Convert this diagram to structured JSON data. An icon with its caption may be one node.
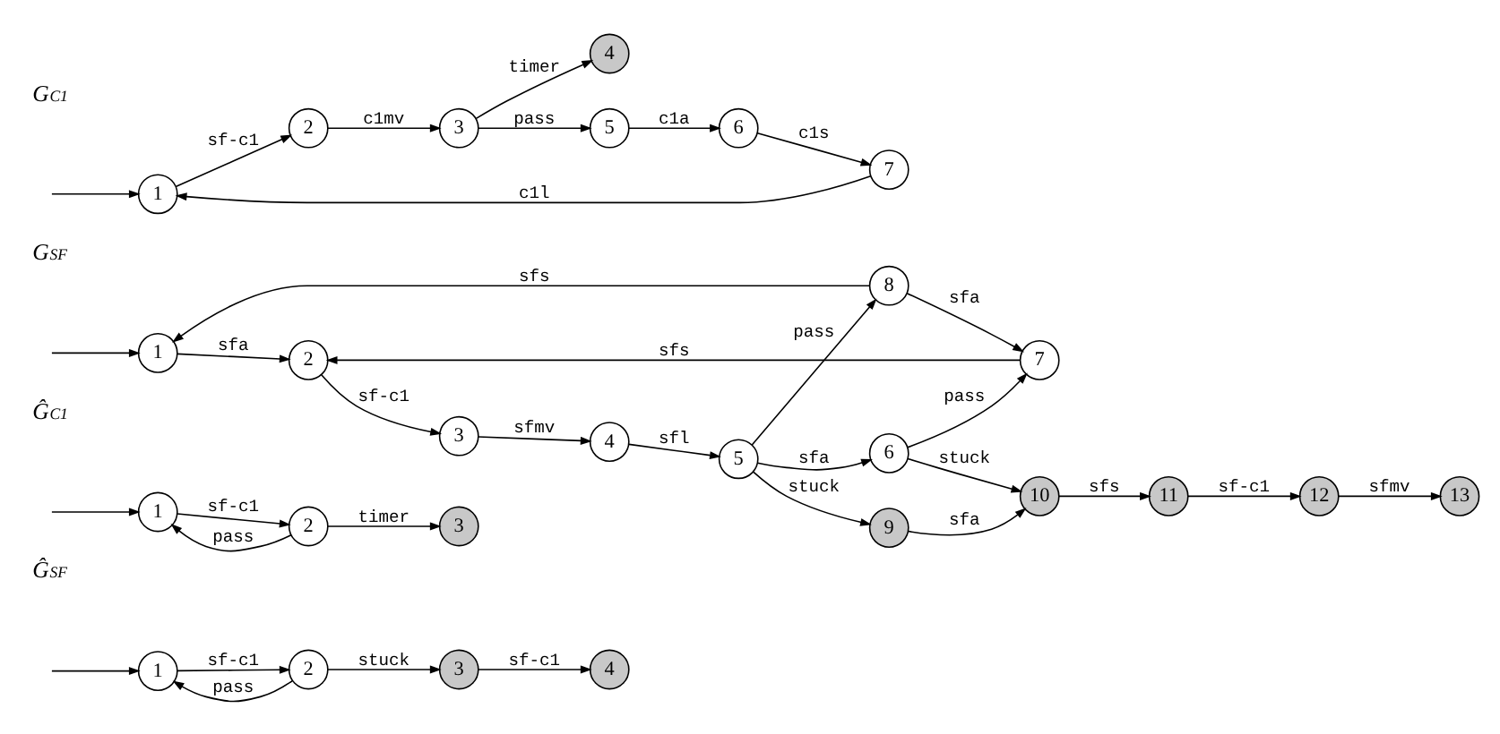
{
  "diagram": {
    "nodes": [
      {
        "text": [
          "1"
        ]
      },
      {
        "text": [
          "2"
        ]
      },
      {
        "text": [
          "3"
        ]
      },
      {
        "text": [
          "4"
        ]
      },
      {
        "text": [
          "1"
        ]
      },
      {
        "text": [
          "2"
        ]
      },
      {
        "text": [
          "3"
        ]
      },
      {
        "text": [
          "1"
        ]
      },
      {
        "text": [
          "2"
        ]
      },
      {
        "text": [
          "3"
        ]
      },
      {
        "text": [
          "4"
        ]
      },
      {
        "text": [
          "5"
        ]
      },
      {
        "text": [
          "6"
        ]
      },
      {
        "text": [
          "7"
        ]
      },
      {
        "text": [
          "8"
        ]
      },
      {
        "text": [
          "9"
        ]
      },
      {
        "text": [
          "10"
        ]
      },
      {
        "text": [
          "11"
        ]
      },
      {
        "text": [
          "12"
        ]
      },
      {
        "text": [
          "13"
        ]
      },
      {
        "text": [
          "1"
        ]
      },
      {
        "text": [
          "2"
        ]
      },
      {
        "text": [
          "3"
        ]
      },
      {
        "text": [
          "4"
        ]
      },
      {
        "text": [
          "5"
        ]
      },
      {
        "text": [
          "6"
        ]
      },
      {
        "text": [
          "7"
        ]
      }
    ],
    "edges": [
      {
        "from": null,
        "to": 0,
        "arrow": "to"
      },
      {
        "from": 0,
        "to": 1,
        "arrow": "to",
        "label": "sf-c1"
      },
      {
        "from": 1,
        "to": 0,
        "arrow": "to",
        "label": "pass"
      },
      {
        "from": 1,
        "to": 2,
        "arrow": "to",
        "label": "stuck"
      },
      {
        "from": 2,
        "to": 3,
        "arrow": "to",
        "label": "sf-c1"
      },
      {
        "from": null,
        "to": 4,
        "arrow": "to"
      },
      {
        "from": 4,
        "to": 5,
        "arrow": "to",
        "label": "sf-c1"
      },
      {
        "from": 5,
        "to": 4,
        "arrow": "to",
        "label": "pass"
      },
      {
        "from": 5,
        "to": 6,
        "arrow": "to",
        "label": "timer"
      },
      {
        "from": null,
        "to": 7,
        "arrow": "to"
      },
      {
        "from": 14,
        "to": 7,
        "arrow": "to",
        "label": "sfs"
      },
      {
        "from": 14,
        "to": 13,
        "arrow": "to",
        "label": "sfa"
      },
      {
        "from": 7,
        "to": 8,
        "arrow": "to",
        "label": "sfa"
      },
      {
        "from": 13,
        "to": 8,
        "arrow": "to",
        "label": "sfs"
      },
      {
        "from": 12,
        "to": 13,
        "arrow": "to",
        "label": "pass"
      },
      {
        "from": 8,
        "to": 9,
        "arrow": "to",
        "label": "sf-c1"
      },
      {
        "from": 9,
        "to": 10,
        "arrow": "to",
        "label": "sfmv"
      },
      {
        "from": 10,
        "to": 11,
        "arrow": "to",
        "label": "sfl"
      },
      {
        "from": 11,
        "to": 12,
        "arrow": "to",
        "label": "sfa"
      },
      {
        "from": 11,
        "to": 14,
        "arrow": "to",
        "label": "pass"
      },
      {
        "from": 12,
        "to": 16,
        "arrow": "to",
        "label": "stuck"
      },
      {
        "from": 11,
        "to": 15,
        "arrow": "to",
        "label": "stuck"
      },
      {
        "from": 15,
        "to": 16,
        "arrow": "to",
        "label": "sfa"
      },
      {
        "from": 16,
        "to": 17,
        "arrow": "to",
        "label": "sfs"
      },
      {
        "from": 17,
        "to": 18,
        "arrow": "to",
        "label": "sf-c1"
      },
      {
        "from": 18,
        "to": 19,
        "arrow": "to",
        "label": "sfmv"
      },
      {
        "from": null,
        "to": 20,
        "arrow": "to"
      },
      {
        "from": 20,
        "to": 21,
        "arrow": "to",
        "label": "sf-c1"
      },
      {
        "from": 21,
        "to": 22,
        "arrow": "to",
        "label": "c1mv"
      },
      {
        "from": 22,
        "to": 23,
        "arrow": "to",
        "label": "timer"
      },
      {
        "from": 22,
        "to": 24,
        "arrow": "to",
        "label": "pass"
      },
      {
        "from": 24,
        "to": 25,
        "arrow": "to",
        "label": "c1a"
      },
      {
        "from": 25,
        "to": 26,
        "arrow": "to",
        "label": "c1s"
      },
      {
        "from": 26,
        "to": 20,
        "arrow": "to",
        "label": "c1l"
      }
    ],
    "labels": [
      "Ĝ$_{SF}$",
      "Ĝ$_{C1}$",
      "G$_{SF}$",
      "G$_{C1}$"
    ]
  }
}
